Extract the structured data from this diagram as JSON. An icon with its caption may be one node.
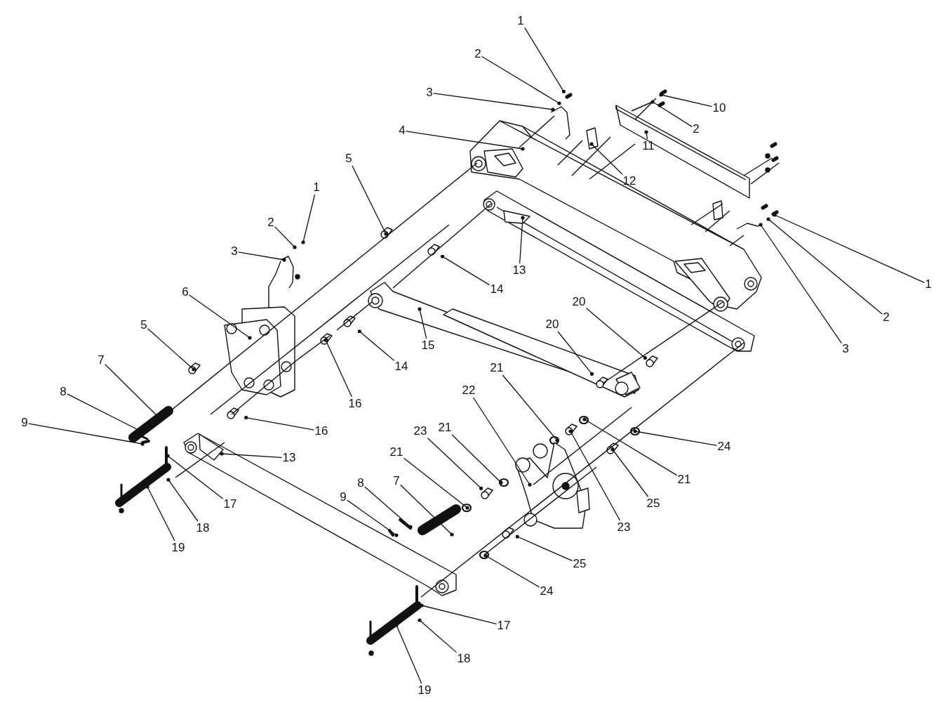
{
  "diagram": {
    "nodes": [
      {
        "text": [
          "1"
        ]
      },
      {
        "text": [
          "2"
        ]
      },
      {
        "text": [
          "3"
        ]
      },
      {
        "text": [
          "4"
        ]
      },
      {
        "text": [
          "5"
        ]
      },
      {
        "text": [
          "10"
        ]
      },
      {
        "text": [
          "2"
        ]
      },
      {
        "text": [
          "11"
        ]
      },
      {
        "text": [
          "12"
        ]
      },
      {
        "text": [
          "1"
        ]
      },
      {
        "text": [
          "2"
        ]
      },
      {
        "text": [
          "3"
        ]
      },
      {
        "text": [
          "13"
        ]
      },
      {
        "text": [
          "14"
        ]
      },
      {
        "text": [
          "1"
        ]
      },
      {
        "text": [
          "2"
        ]
      },
      {
        "text": [
          "3"
        ]
      },
      {
        "text": [
          "6"
        ]
      },
      {
        "text": [
          "5"
        ]
      },
      {
        "text": [
          "20"
        ]
      },
      {
        "text": [
          "20"
        ]
      },
      {
        "text": [
          "15"
        ]
      },
      {
        "text": [
          "14"
        ]
      },
      {
        "text": [
          "16"
        ]
      },
      {
        "text": [
          "7"
        ]
      },
      {
        "text": [
          "8"
        ]
      },
      {
        "text": [
          "9"
        ]
      },
      {
        "text": [
          "16"
        ]
      },
      {
        "text": [
          "13"
        ]
      },
      {
        "text": [
          "21"
        ]
      },
      {
        "text": [
          "22"
        ]
      },
      {
        "text": [
          "21"
        ]
      },
      {
        "text": [
          "23"
        ]
      },
      {
        "text": [
          "21"
        ]
      },
      {
        "text": [
          "7"
        ]
      },
      {
        "text": [
          "8"
        ]
      },
      {
        "text": [
          "9"
        ]
      },
      {
        "text": [
          "24"
        ]
      },
      {
        "text": [
          "21"
        ]
      },
      {
        "text": [
          "25"
        ]
      },
      {
        "text": [
          "23"
        ]
      },
      {
        "text": [
          "25"
        ]
      },
      {
        "text": [
          "24"
        ]
      },
      {
        "text": [
          "17"
        ]
      },
      {
        "text": [
          "18"
        ]
      },
      {
        "text": [
          "19"
        ]
      },
      {
        "text": [
          "17"
        ]
      },
      {
        "text": [
          "18"
        ]
      },
      {
        "text": [
          "19"
        ]
      }
    ],
    "edges": [
      {
        "from": 0,
        "to": null,
        "arrow": "other"
      },
      {
        "from": 1,
        "to": null,
        "arrow": "other"
      },
      {
        "from": 2,
        "to": null,
        "arrow": "other"
      },
      {
        "from": 3,
        "to": null,
        "arrow": "other"
      },
      {
        "from": 4,
        "to": null,
        "arrow": "other"
      },
      {
        "from": 5,
        "to": null,
        "arrow": "other"
      },
      {
        "from": 6,
        "to": null,
        "arrow": "other"
      },
      {
        "from": 7,
        "to": null,
        "arrow": "other"
      },
      {
        "from": 8,
        "to": null,
        "arrow": "other"
      },
      {
        "from": 9,
        "to": null,
        "arrow": "other"
      },
      {
        "from": 10,
        "to": null,
        "arrow": "other"
      },
      {
        "from": 11,
        "to": null,
        "arrow": "other"
      },
      {
        "from": 12,
        "to": null,
        "arrow": "other"
      },
      {
        "from": 13,
        "to": null,
        "arrow": "other"
      },
      {
        "from": 14,
        "to": null,
        "arrow": "other"
      },
      {
        "from": 15,
        "to": null,
        "arrow": "other"
      },
      {
        "from": 16,
        "to": null,
        "arrow": "other"
      },
      {
        "from": 17,
        "to": null,
        "arrow": "other"
      },
      {
        "from": 18,
        "to": null,
        "arrow": "other"
      },
      {
        "from": 19,
        "to": null,
        "arrow": "other"
      },
      {
        "from": 20,
        "to": null,
        "arrow": "other"
      },
      {
        "from": 21,
        "to": null,
        "arrow": "other"
      },
      {
        "from": 22,
        "to": null,
        "arrow": "other"
      },
      {
        "from": 23,
        "to": null,
        "arrow": "other"
      },
      {
        "from": 24,
        "to": null,
        "arrow": "other"
      },
      {
        "from": 25,
        "to": null,
        "arrow": "other"
      },
      {
        "from": 26,
        "to": null,
        "arrow": "other"
      },
      {
        "from": 27,
        "to": null,
        "arrow": "other"
      },
      {
        "from": 28,
        "to": null,
        "arrow": "other"
      },
      {
        "from": 29,
        "to": null,
        "arrow": "other"
      },
      {
        "from": 30,
        "to": null,
        "arrow": "other"
      },
      {
        "from": 31,
        "to": null,
        "arrow": "other"
      },
      {
        "from": 32,
        "to": null,
        "arrow": "other"
      },
      {
        "from": 33,
        "to": null,
        "arrow": "other"
      },
      {
        "from": 34,
        "to": null,
        "arrow": "other"
      },
      {
        "from": 35,
        "to": null,
        "arrow": "other"
      },
      {
        "from": 36,
        "to": null,
        "arrow": "other"
      },
      {
        "from": 37,
        "to": null,
        "arrow": "other"
      },
      {
        "from": 38,
        "to": null,
        "arrow": "other"
      },
      {
        "from": 39,
        "to": null,
        "arrow": "other"
      },
      {
        "from": 40,
        "to": null,
        "arrow": "other"
      },
      {
        "from": 41,
        "to": null,
        "arrow": "other"
      },
      {
        "from": 42,
        "to": null,
        "arrow": "other"
      },
      {
        "from": 43,
        "to": null,
        "arrow": "other"
      },
      {
        "from": 44,
        "to": null,
        "arrow": "other"
      },
      {
        "from": 45,
        "to": null,
        "arrow": "other"
      },
      {
        "from": 46,
        "to": null,
        "arrow": "other"
      },
      {
        "from": 47,
        "to": null,
        "arrow": "other"
      },
      {
        "from": 48,
        "to": null,
        "arrow": "other"
      }
    ]
  }
}
